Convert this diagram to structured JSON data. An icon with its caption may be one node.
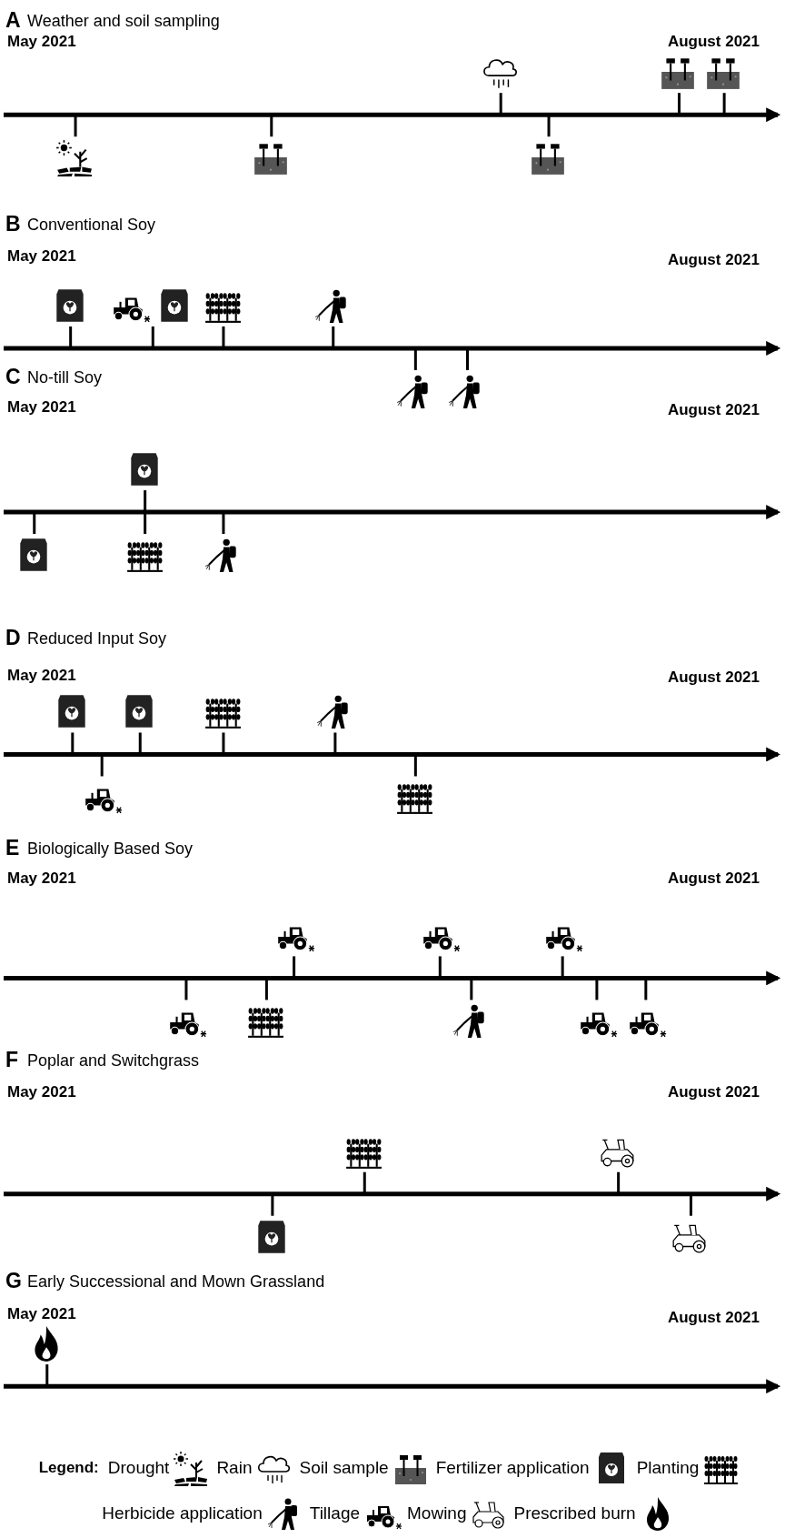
{
  "diagram": {
    "labels": [
      "A",
      "Weather and soil sampling",
      "May 2021",
      "August 2021",
      "B",
      "Conventional Soy",
      "May 2021",
      "August 2021",
      "C",
      "No-till Soy",
      "May 2021",
      "August 2021",
      "D",
      "Reduced Input Soy",
      "May 2021",
      "August 2021",
      "E",
      "Biologically Based Soy",
      "May 2021",
      "August 2021",
      "F",
      "Poplar and Switchgrass",
      "May 2021",
      "August 2021",
      "G",
      "Early Successional and Mown Grassland",
      "May 2021",
      "August 2021",
      "Legend:"
    ],
    "legend": [
      {
        "text": "Drought"
      },
      {
        "text": "Rain"
      },
      {
        "text": "Soil sample"
      },
      {
        "text": "Fertilizer application"
      },
      {
        "text": "Planting"
      },
      {
        "text": "Herbicide application"
      },
      {
        "text": "Tillage"
      },
      {
        "text": "Mowing"
      },
      {
        "text": "Prescribed burn"
      }
    ]
  }
}
